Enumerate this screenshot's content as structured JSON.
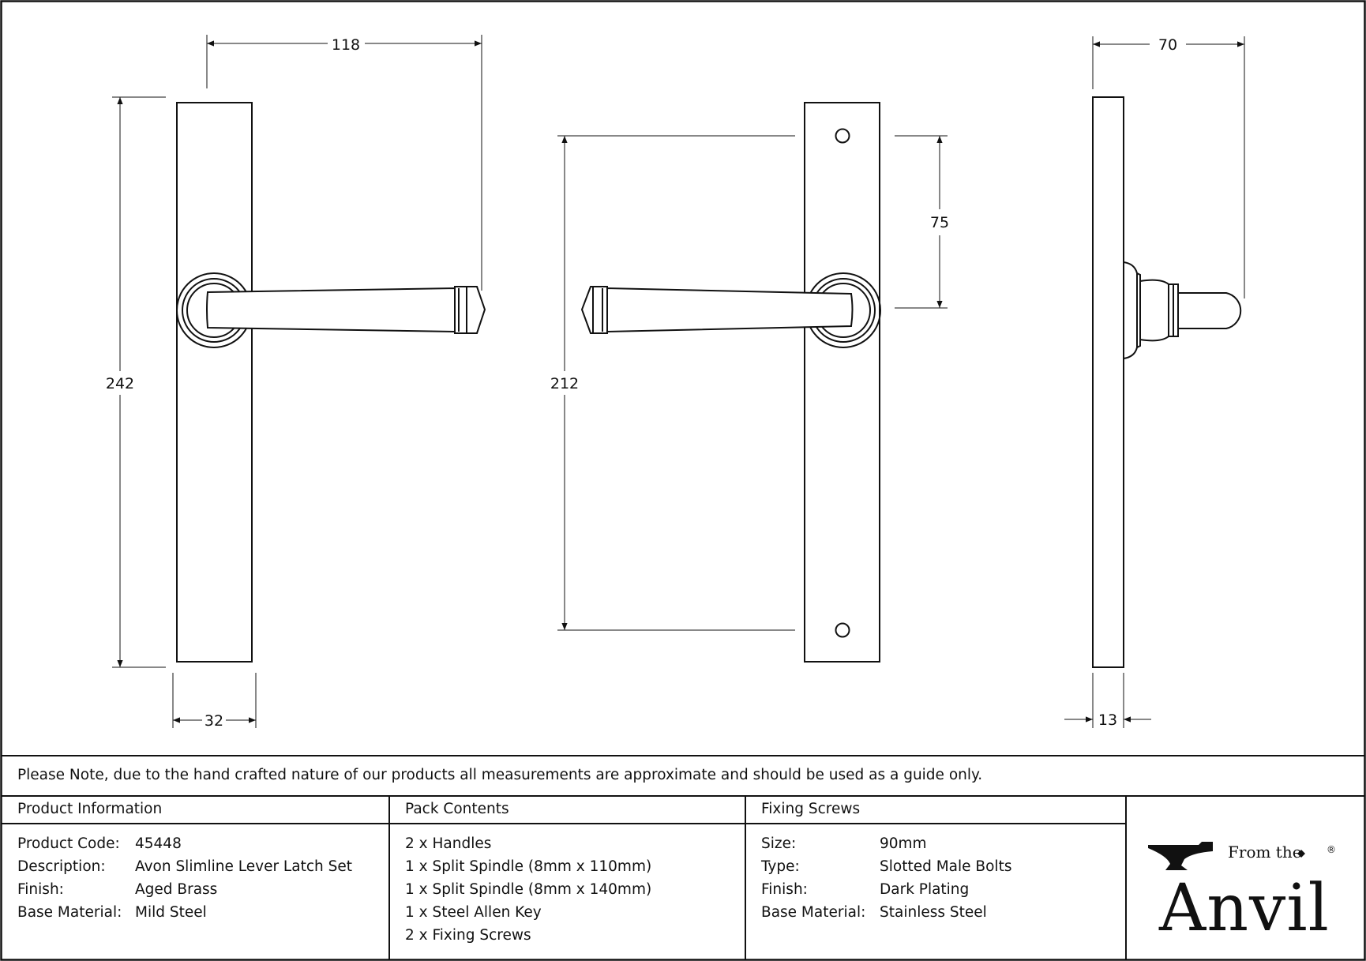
{
  "dimensions": {
    "handle_projection": "118",
    "plate_height": "242",
    "plate_width": "32",
    "fixing_centres": "212",
    "spindle_offset": "75",
    "side_projection": "70",
    "plate_thickness": "13"
  },
  "note": "Please Note, due to the hand crafted nature of our products all measurements are approximate and should be used as a guide only.",
  "product_info": {
    "header": "Product Information",
    "rows": [
      {
        "label": "Product Code:",
        "value": "45448"
      },
      {
        "label": "Description:",
        "value": "Avon Slimline Lever Latch Set"
      },
      {
        "label": "Finish:",
        "value": "Aged Brass"
      },
      {
        "label": "Base Material:",
        "value": "Mild Steel"
      }
    ]
  },
  "pack_contents": {
    "header": "Pack Contents",
    "items": [
      "2 x Handles",
      "1 x Split Spindle (8mm x 110mm)",
      "1 x Split Spindle (8mm x 140mm)",
      "1 x Steel Allen Key",
      "2 x Fixing Screws"
    ]
  },
  "fixing_screws": {
    "header": "Fixing Screws",
    "rows": [
      {
        "label": "Size:",
        "value": "90mm"
      },
      {
        "label": "Type:",
        "value": "Slotted Male Bolts"
      },
      {
        "label": "Finish:",
        "value": "Dark Plating"
      },
      {
        "label": "Base Material:",
        "value": "Stainless Steel"
      }
    ]
  },
  "logo": {
    "from_text": "From the",
    "brand_text": "Anvil",
    "registered": "®"
  }
}
